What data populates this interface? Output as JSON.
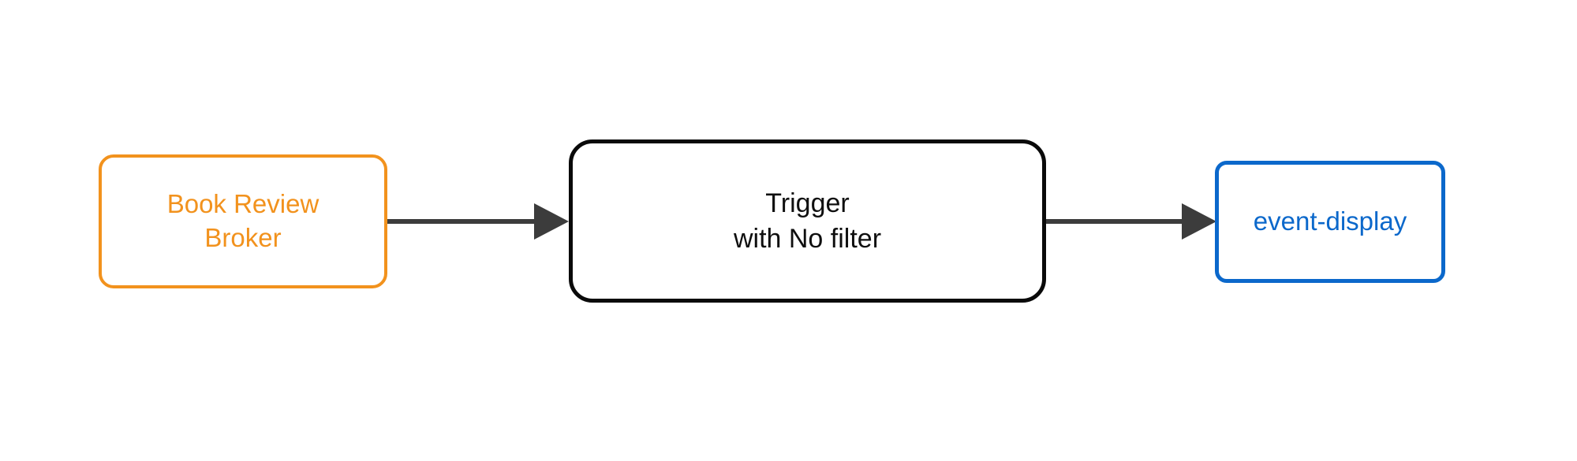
{
  "diagram": {
    "type": "flow",
    "background_color": "#ffffff",
    "orientation": "left-to-right",
    "nodes": [
      {
        "id": "source",
        "label": "Book Review\nBroker",
        "lines": [
          "Book Review",
          "Broker"
        ],
        "shape": "rounded-rectangle",
        "border_color": "#f2921d",
        "text_color": "#f2921d",
        "fill_color": "#ffffff"
      },
      {
        "id": "trigger",
        "label": "Trigger\nwith No filter",
        "lines": [
          "Trigger",
          "with No filter"
        ],
        "shape": "rounded-rectangle",
        "border_color": "#0a0a0a",
        "text_color": "#0f0f0f",
        "fill_color": "#ffffff"
      },
      {
        "id": "sink",
        "label": "event-display",
        "lines": [
          "event-display"
        ],
        "shape": "rounded-rectangle",
        "border_color": "#0b68cb",
        "text_color": "#0b68cb",
        "fill_color": "#ffffff"
      }
    ],
    "edges": [
      {
        "id": "edge-source-trigger",
        "from": "source",
        "to": "trigger",
        "label": "",
        "color": "#3c3c3c",
        "arrowhead": "solid-triangle"
      },
      {
        "id": "edge-trigger-sink",
        "from": "trigger",
        "to": "sink",
        "label": "",
        "color": "#3c3c3c",
        "arrowhead": "solid-triangle"
      }
    ]
  }
}
